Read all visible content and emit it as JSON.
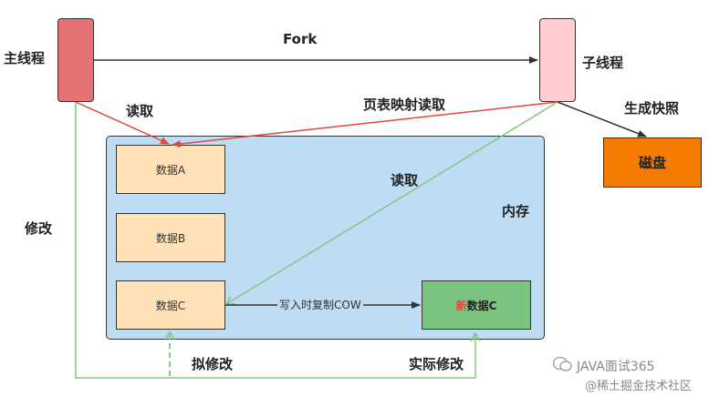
{
  "labels": {
    "main_thread": "主线程",
    "child_thread": "子线程",
    "fork": "Fork",
    "read_main": "读取",
    "page_table_read": "页表映射读取",
    "snapshot": "生成快照",
    "disk": "磁盘",
    "read_child": "读取",
    "memory": "内存",
    "modify": "修改",
    "data_a": "数据A",
    "data_b": "数据B",
    "data_c": "数据C",
    "cow": "写入时复制COW",
    "new_prefix": "新",
    "new_rest": "数据C",
    "planned_modify": "拟修改",
    "actual_modify": "实际修改"
  },
  "watermark": {
    "line1": "JAVA面试365",
    "line2": "@稀土掘金技术社区"
  },
  "colors": {
    "main_thread": "#e57373",
    "child_thread": "#ffcdd2",
    "memory": "#bfdcf5",
    "data": "#ffe2b8",
    "new_data": "#7cc47f",
    "disk": "#f57c00",
    "red_arrow": "#e0483a",
    "green_arrow": "#82c882"
  }
}
